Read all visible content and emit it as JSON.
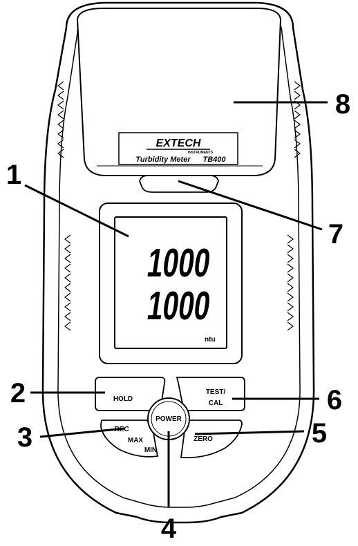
{
  "device": {
    "brand": "EXTECH",
    "sub_brand": "INSTRUMENTS",
    "model_name": "Turbidity Meter",
    "model_number": "TB400"
  },
  "display": {
    "line1": "1000",
    "line2": "1000",
    "unit": "ntu"
  },
  "buttons": {
    "hold": "HOLD",
    "test_line1": "TEST/",
    "test_line2": "CAL",
    "power": "POWER",
    "rec": "REC",
    "max": "MAX",
    "min": "MIN",
    "zero": "ZERO"
  },
  "callouts": {
    "c1": "1",
    "c2": "2",
    "c3": "3",
    "c4": "4",
    "c5": "5",
    "c6": "6",
    "c7": "7",
    "c8": "8"
  }
}
